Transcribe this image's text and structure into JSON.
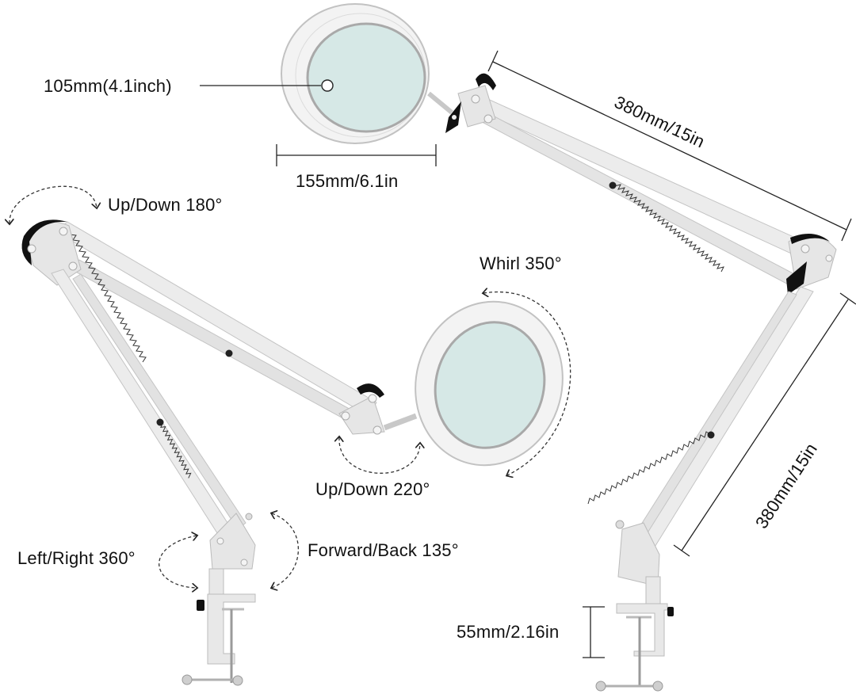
{
  "diagram": {
    "subject": "Swing-arm LED magnifier lamp with clamp",
    "colors": {
      "background": "#ffffff",
      "metal": "#e9e9e9",
      "metal_edge": "#bdbdbd",
      "lens": "#d6e8e6",
      "black_parts": "#1a1a1a",
      "text": "#111111"
    },
    "dimensions": {
      "lens_diameter": "105mm(4.1inch)",
      "head_width": "155mm/6.1in",
      "upper_arm": "380mm/15in",
      "lower_arm": "380mm/15in",
      "clamp_opening": "55mm/2.16in"
    },
    "rotations": {
      "top_joint": "Up/Down 180°",
      "head_whirl": "Whirl 350°",
      "head_tilt": "Up/Down 220°",
      "base_swivel": "Left/Right 360°",
      "base_tilt": "Forward/Back 135°"
    }
  }
}
